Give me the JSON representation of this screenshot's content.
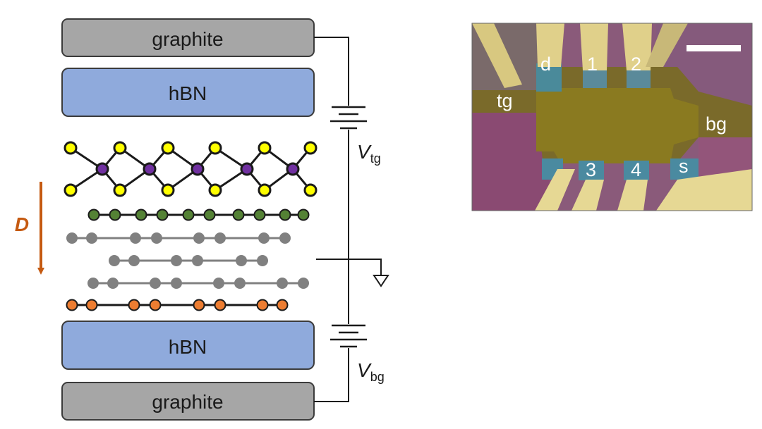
{
  "stack": {
    "top_graphite": "graphite",
    "top_hbn": "hBN",
    "bottom_hbn": "hBN",
    "bottom_graphite": "graphite"
  },
  "field": {
    "label": "D"
  },
  "circuit": {
    "top_gate_voltage": {
      "main": "V",
      "sub": "tg"
    },
    "bottom_gate_voltage": {
      "main": "V",
      "sub": "bg"
    }
  },
  "micrograph": {
    "contacts": {
      "d": "d",
      "c1": "1",
      "c2": "2",
      "tg": "tg",
      "bg": "bg",
      "c3": "3",
      "c4": "4",
      "s": "s"
    }
  },
  "colors": {
    "graphite": "#a6a6a6",
    "hbn": "#8faadc",
    "transition_metal": "#7030a0",
    "chalcogen": "#ffff00",
    "graphene_top": "#548235",
    "graphene_middle": "#808080",
    "graphene_bottom": "#ed7d31",
    "field_arrow": "#c55a11"
  }
}
